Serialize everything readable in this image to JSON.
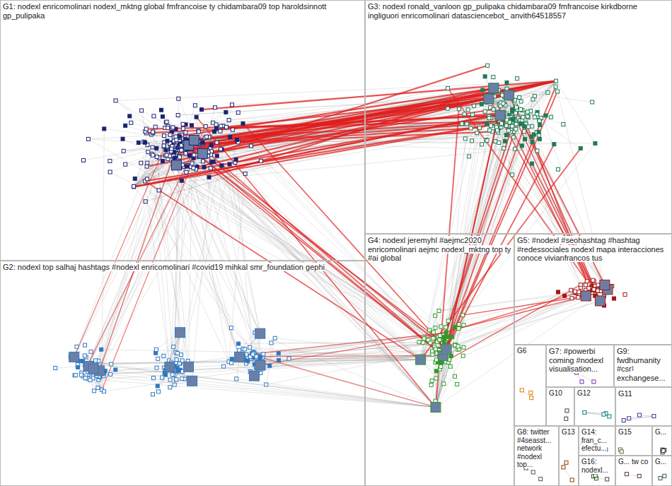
{
  "diagram": {
    "nodes": [
      {
        "text": [
          "G1: nodexl enricomolinari nodexl_mktng global fmfrancoise ty chidambara09 top haroldsinnott gp_pulipaka"
        ]
      },
      {
        "text": [
          "G3: nodexl ronald_vanloon gp_pulipaka chidambara09 fmfrancoise kirkdborne ingliguori enricomolinari datasciencebot_ anvith64518557"
        ]
      },
      {
        "text": [
          "G2: nodexl top salhaj hashtags #nodexl enricomolinari #covid19 mihkal smr_foundation gephi"
        ]
      },
      {
        "text": [
          "G4: nodexl jeremyhl #aejmc2020 enricomolinari aejmc nodexl_mktng top ty #ai global"
        ]
      },
      {
        "text": [
          "G5: #nodexl #seohashtag #hashtag #redessociales nodexl mapa interacciones conoce vivianfrancos tus"
        ]
      },
      {
        "text": [
          "G6"
        ]
      },
      {
        "text": [
          "G7: #powerbi coming #nodexl visualisation..."
        ]
      },
      {
        "text": [
          "G9: fwdhumanity #csr exchangese..."
        ]
      },
      {
        "text": [
          "G10"
        ]
      },
      {
        "text": [
          "G12"
        ]
      },
      {
        "text": [
          "G11"
        ]
      },
      {
        "text": [
          "G8: twitter #4seasst... network #nodexl top..."
        ]
      },
      {
        "text": [
          "G13"
        ]
      },
      {
        "text": [
          "G14: fran_c... efectu..."
        ]
      },
      {
        "text": [
          "G15"
        ]
      },
      {
        "text": [
          "G..."
        ]
      },
      {
        "text": [
          "G16: nodexl..."
        ]
      },
      {
        "text": [
          "G... tw co"
        ]
      },
      {
        "text": [
          "G..."
        ]
      }
    ]
  }
}
